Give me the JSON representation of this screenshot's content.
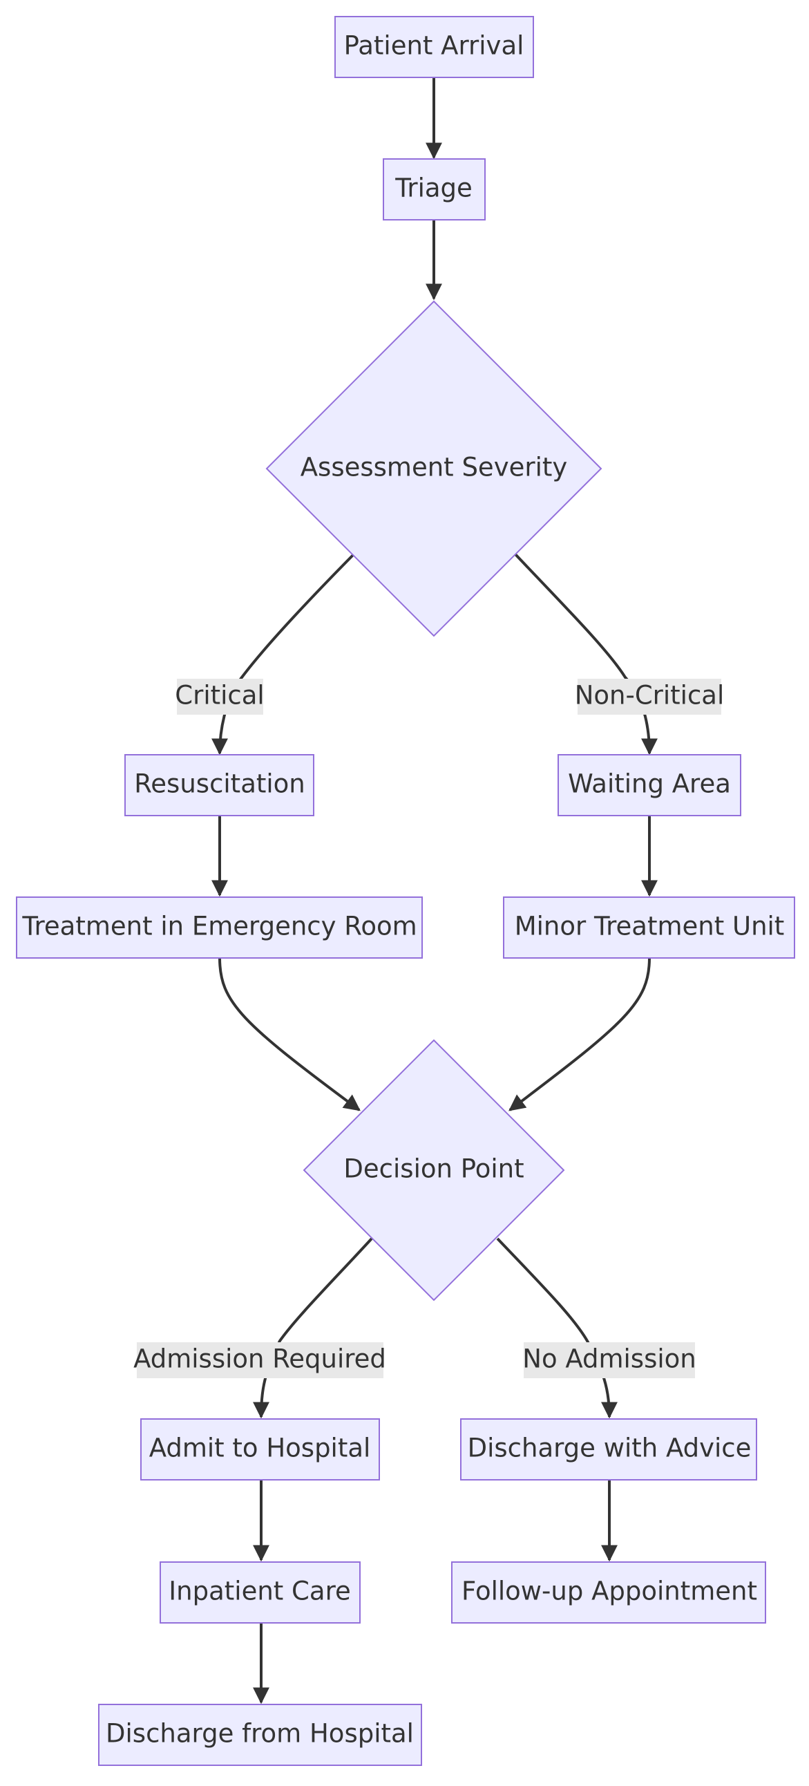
{
  "diagram": {
    "nodes": {
      "patient_arrival": "Patient Arrival",
      "triage": "Triage",
      "assessment_severity": "Assessment Severity",
      "resuscitation": "Resuscitation",
      "waiting_area": "Waiting Area",
      "treatment_er": "Treatment in Emergency Room",
      "minor_treatment": "Minor Treatment Unit",
      "decision_point": "Decision Point",
      "admit_hospital": "Admit to Hospital",
      "discharge_advice": "Discharge with Advice",
      "inpatient_care": "Inpatient Care",
      "follow_up": "Follow-up Appointment",
      "discharge_hospital": "Discharge from Hospital"
    },
    "edge_labels": {
      "critical": "Critical",
      "non_critical": "Non-Critical",
      "admission_required": "Admission Required",
      "no_admission": "No Admission"
    },
    "colors": {
      "node_fill": "#ECECFF",
      "node_stroke": "#9370DB",
      "edge": "#333333",
      "label_bg": "#e8e8e8",
      "text": "#333333"
    }
  }
}
